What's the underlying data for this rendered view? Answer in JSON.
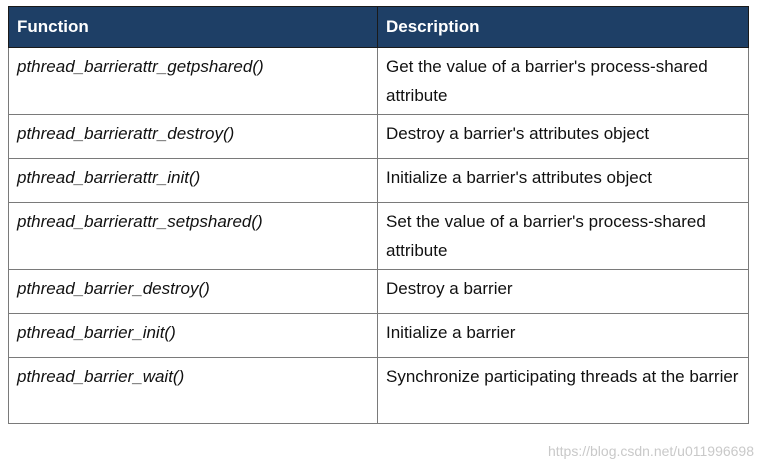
{
  "table": {
    "headers": [
      "Function",
      "Description"
    ],
    "rows": [
      {
        "function": "pthread_barrierattr_getpshared()",
        "description": "Get the value of a barrier's process-shared attribute"
      },
      {
        "function": "pthread_barrierattr_destroy()",
        "description": "Destroy a barrier's attributes object"
      },
      {
        "function": "pthread_barrierattr_init()",
        "description": "Initialize a barrier's attributes object"
      },
      {
        "function": "pthread_barrierattr_setpshared()",
        "description": "Set the value of a barrier's process-shared attribute"
      },
      {
        "function": "pthread_barrier_destroy()",
        "description": "Destroy a barrier"
      },
      {
        "function": "pthread_barrier_init()",
        "description": "Initialize a barrier"
      },
      {
        "function": "pthread_barrier_wait()",
        "description": "Synchronize participating threads at the barrier"
      }
    ]
  },
  "watermark": "https://blog.csdn.net/u011996698"
}
